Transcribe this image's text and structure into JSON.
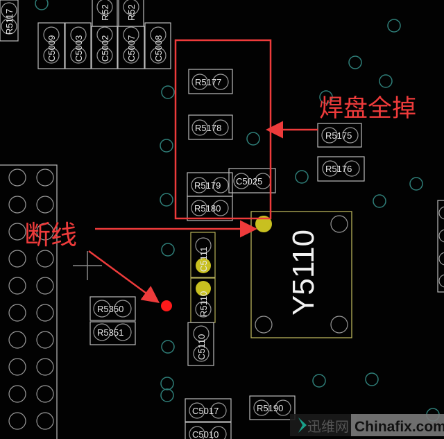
{
  "components": {
    "r5117": "R5117",
    "r52a": "R52",
    "r52b": "R52",
    "c5009": "C5009",
    "c5003": "C5003",
    "c5002": "C5002",
    "c5007": "C5007",
    "c5008": "C5008",
    "r5177": "R5177",
    "r5178": "R5178",
    "r5179": "R5179",
    "r5180": "R5180",
    "c5025": "C5025",
    "r5175": "R5175",
    "r5176": "R5176",
    "y5110": "Y5110",
    "c5111": "C5111",
    "r5110": "R5110",
    "c5110": "C5110",
    "r5350": "R5350",
    "r5351": "R5351",
    "c5017": "C5017",
    "c5010": "C5010",
    "r5190": "R5190"
  },
  "annotations": {
    "pads_missing": "焊盘全掉",
    "broken_trace": "断线"
  },
  "watermark": {
    "cn": "迅维网",
    "en": "Chinafix.com"
  },
  "colors": {
    "annotation": "#ee3b3b",
    "highlight_pad": "#c8c020",
    "broken_point": "#ff1a1a",
    "via": "#2f7f79",
    "outline": "#bdbdbd"
  }
}
